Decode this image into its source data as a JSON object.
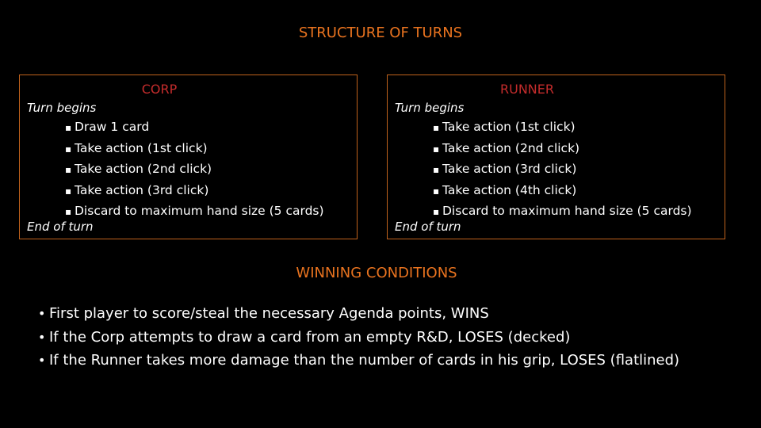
{
  "title": "STRUCTURE OF TURNS",
  "corp": {
    "heading": "CORP",
    "turn_begins": "Turn begins",
    "steps": [
      "Draw 1 card",
      "Take action (1st click)",
      "Take action (2nd click)",
      "Take action (3rd click)",
      "Discard to maximum hand size (5 cards)"
    ],
    "end_of_turn": "End of turn"
  },
  "runner": {
    "heading": "RUNNER",
    "turn_begins": "Turn begins",
    "steps": [
      "Take action (1st click)",
      "Take action (2nd click)",
      "Take action (3rd click)",
      "Take action (4th click)",
      "Discard to maximum hand size (5 cards)"
    ],
    "end_of_turn": "End of turn"
  },
  "winning": {
    "heading": "WINNING CONDITIONS",
    "items": [
      "First player to score/steal the necessary Agenda points, WINS",
      "If the Corp attempts to draw a card from an empty R&D, LOSES (decked)",
      "If the Runner takes more damage than the number of cards in his grip, LOSES (flatlined)"
    ]
  },
  "colors": {
    "background": "#000000",
    "title_orange": "#e9731f",
    "heading_red": "#c42c2c",
    "border": "#c0621c",
    "text": "#ffffff"
  }
}
